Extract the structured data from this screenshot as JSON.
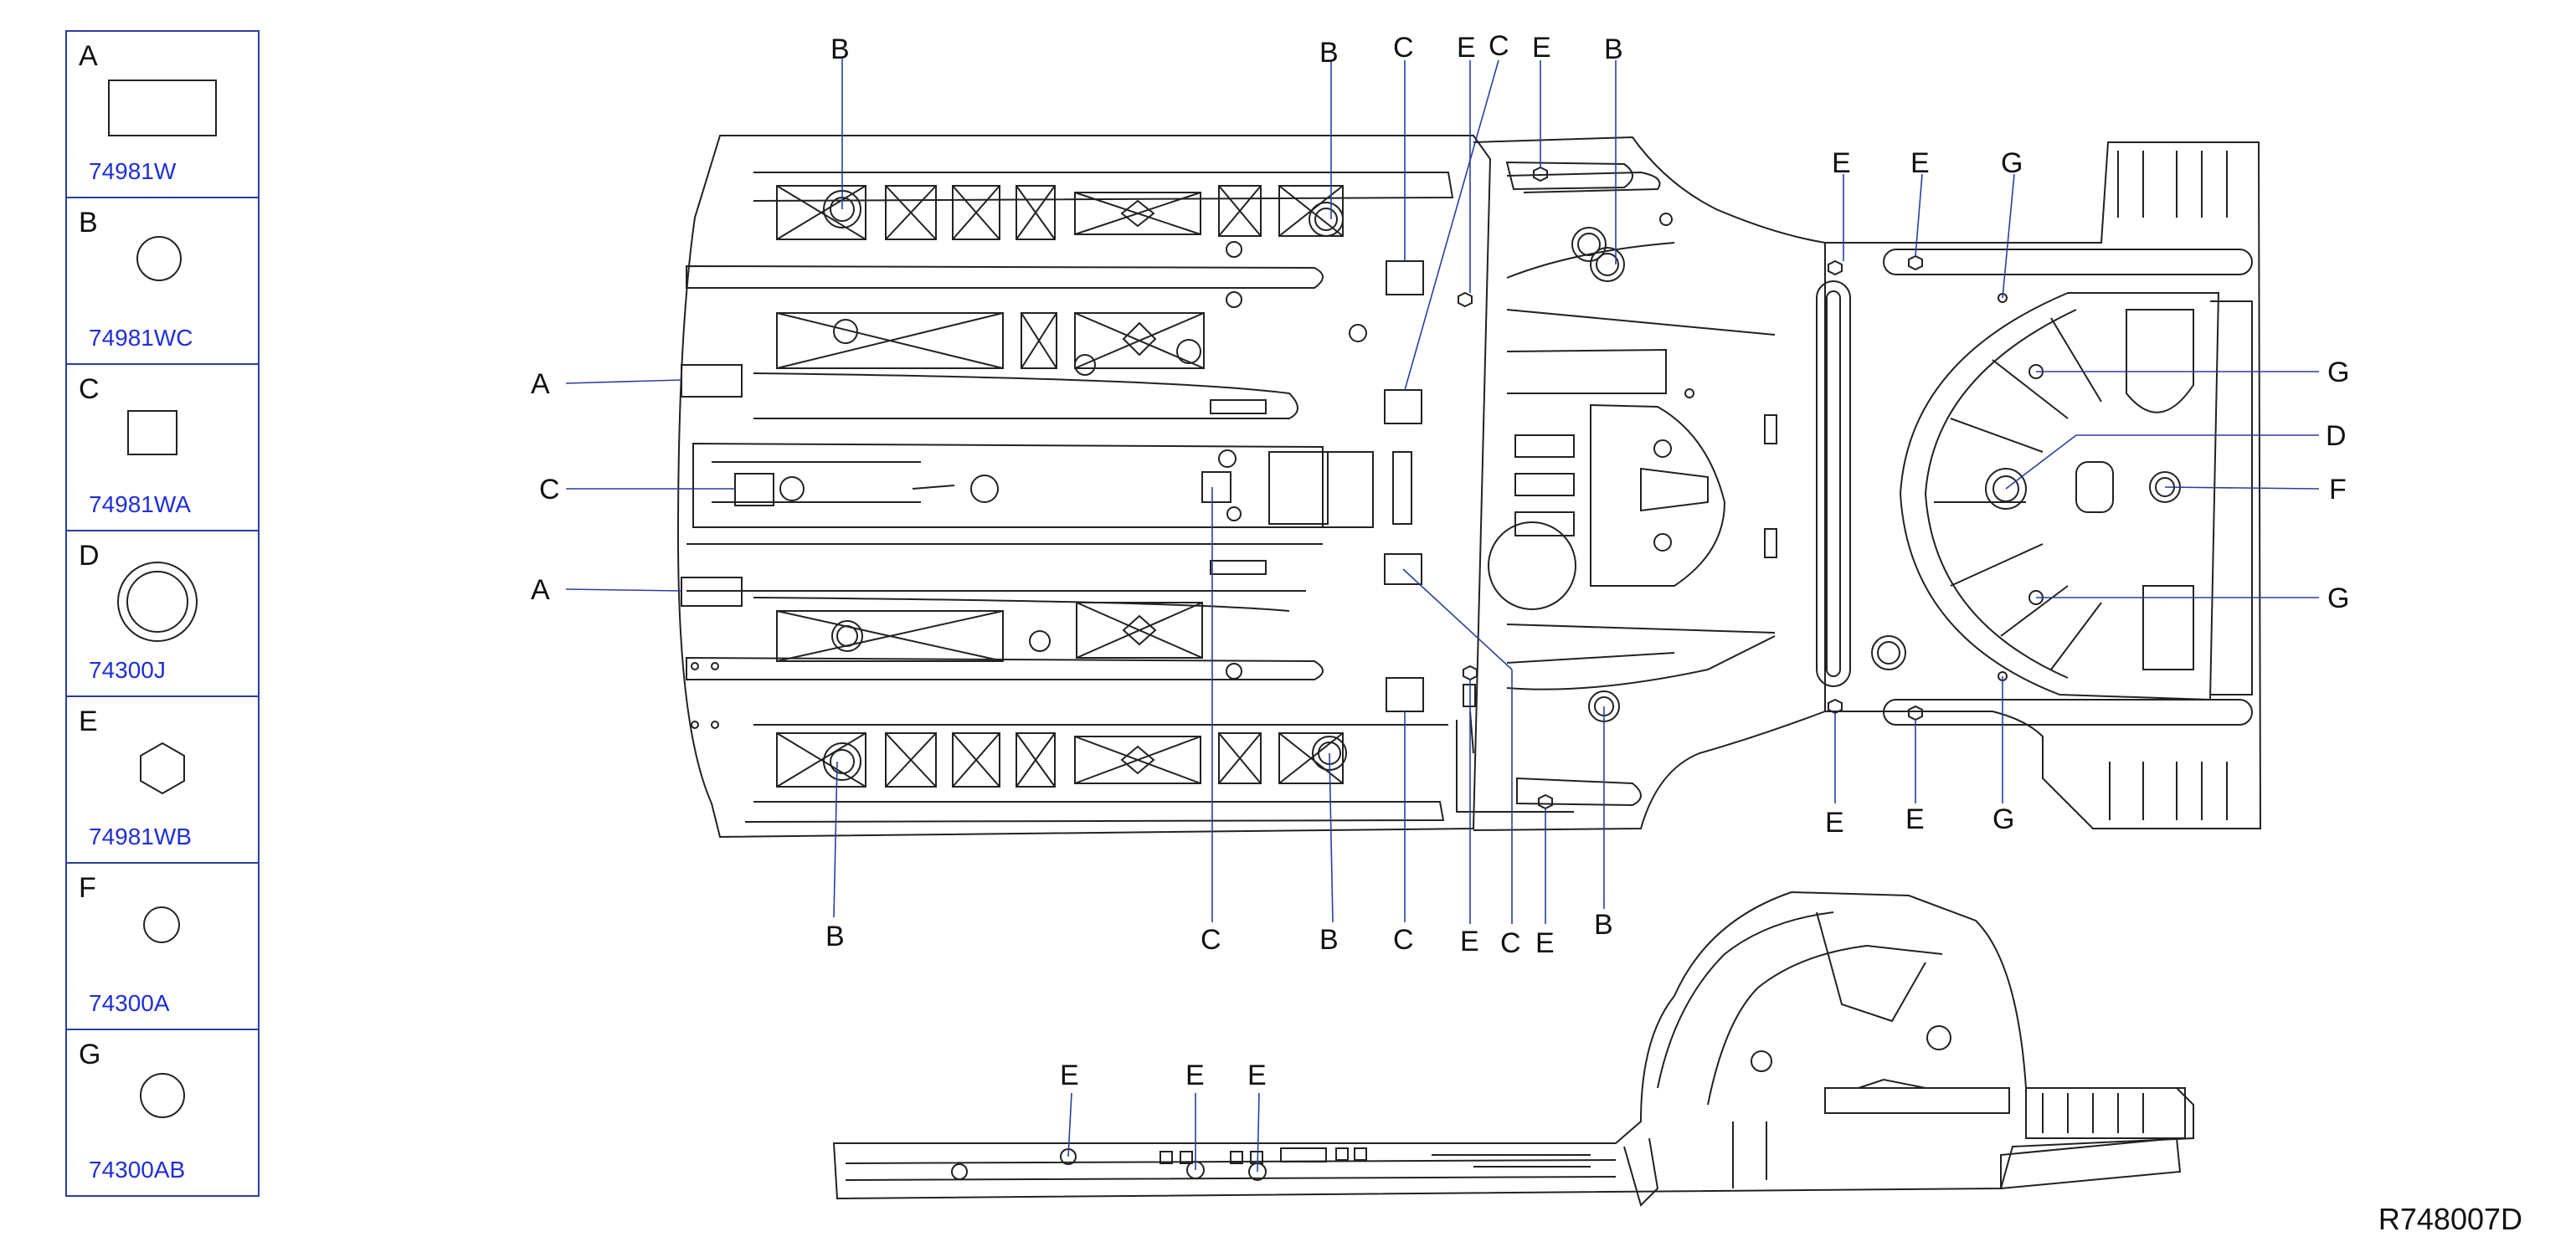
{
  "legend": [
    {
      "letter": "A",
      "code": "74981W",
      "shape": "rectangle-icon"
    },
    {
      "letter": "B",
      "code": "74981WC",
      "shape": "circle-icon"
    },
    {
      "letter": "C",
      "code": "74981WA",
      "shape": "square-icon"
    },
    {
      "letter": "D",
      "code": "74300J",
      "shape": "double-circle-icon"
    },
    {
      "letter": "E",
      "code": "74981WB",
      "shape": "hexagon-icon"
    },
    {
      "letter": "F",
      "code": "74300A",
      "shape": "small-circle-icon"
    },
    {
      "letter": "G",
      "code": "74300AB",
      "shape": "circle-icon"
    }
  ],
  "callouts": {
    "b1": "B",
    "b2": "B",
    "c1": "C",
    "e1": "E",
    "c2": "C",
    "e2": "E",
    "b3": "B",
    "e3": "E",
    "e4": "E",
    "g1": "G",
    "a1": "A",
    "c3": "C",
    "a2": "A",
    "g2": "G",
    "d1": "D",
    "f1": "F",
    "g3": "G",
    "e5": "E",
    "e6": "E",
    "g4": "G",
    "b4": "B",
    "c4": "C",
    "b5": "B",
    "c5": "C",
    "e7": "E",
    "c6": "C",
    "e8": "E",
    "b6": "B",
    "e9": "E",
    "e10": "E",
    "e11": "E"
  },
  "reference_code": "R748007D",
  "colors": {
    "line": "#222222",
    "legend_border": "#2b3f9e",
    "part_code": "#1f2fd6",
    "leader": "#2b3f9e"
  }
}
